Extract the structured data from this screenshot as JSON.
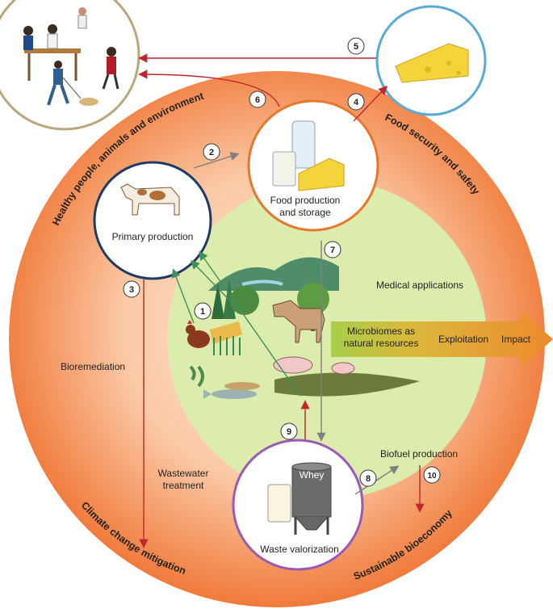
{
  "steps": {
    "s1": "1",
    "s2": "2",
    "s3": "3",
    "s4": "4",
    "s5": "5",
    "s6": "6",
    "s7": "7",
    "s8": "8",
    "s9": "9",
    "s10": "10"
  },
  "nodes": {
    "food_production": [
      "Food production",
      "and storage"
    ],
    "primary_production": "Primary production",
    "waste_valorization": "Waste valorization",
    "whey": "Whey"
  },
  "labels": {
    "medical": "Medical applications",
    "bioremediation": "Bioremediation",
    "wastewater": [
      "Wastewater",
      "treatment"
    ],
    "biofuel": "Biofuel production",
    "microbiomes": [
      "Microbiomes as",
      "natural resources"
    ],
    "exploitation": "Exploitation",
    "impact": "Impact"
  },
  "curved_labels": {
    "healthy": "Healthy people, animals and environment",
    "food_security": "Food security and safety",
    "climate": "Climate change mitigation",
    "bioeconomy": "Sustainable bioeconomy"
  },
  "colors": {
    "outer_center": "#fde6d4",
    "outer_edge": "#f07a3a",
    "inner_green": "#dcecac",
    "arrow_red": "#c0272d",
    "arrow_gray": "#808080",
    "arrow_green": "#3f8f5a",
    "ring_orange": "#e8762b",
    "ring_navy": "#1f3b64",
    "ring_purple": "#9b59b6",
    "ring_khaki": "#b9a77b",
    "ring_blue": "#5aa9d6"
  },
  "icons": [
    "people-dog-icon",
    "cheese-icon",
    "milk-cheese-icon",
    "cow-icon",
    "whey-tank-icon",
    "chicken-icon",
    "horse-icon",
    "pigs-icon",
    "fish-icon",
    "trees-icon"
  ]
}
